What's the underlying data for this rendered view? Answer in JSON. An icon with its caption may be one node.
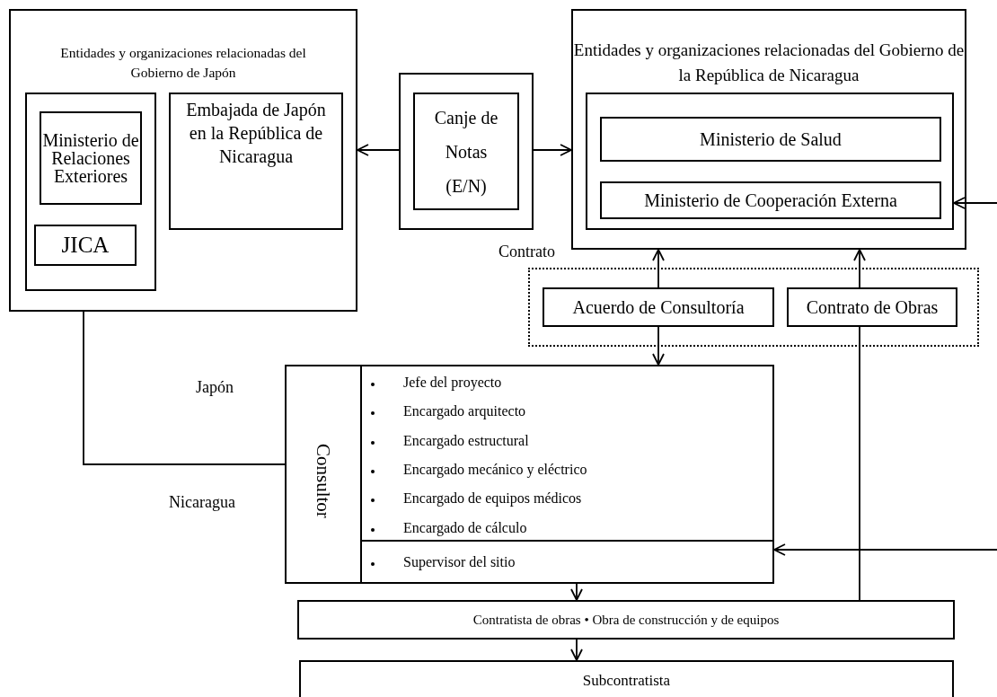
{
  "diagram": {
    "nodes": [
      {
        "text": [
          "Entidades y organizaciones relacionadas del Gobierno de Japón"
        ]
      },
      {
        "text": [],
        "shape": "box",
        "in": 0
      },
      {
        "text": [
          "Ministerio de Relaciones Exteriores"
        ],
        "in": 1
      },
      {
        "text": [
          "JICA"
        ],
        "in": 1
      },
      {
        "text": [
          "Embajada de Japón en la República de Nicaragua"
        ],
        "in": 0
      },
      {
        "text": [],
        "shape": "box"
      },
      {
        "text": [
          "Canje de Notas (E/N)"
        ],
        "in": 5
      },
      {
        "text": [
          "Entidades y organizaciones relacionadas del Gobierno de la República de Nicaragua"
        ]
      },
      {
        "text": [],
        "shape": "box",
        "in": 7
      },
      {
        "text": [
          "Ministerio de Salud"
        ],
        "in": 8
      },
      {
        "text": [
          "Ministerio de Cooperación Externa"
        ],
        "in": 8
      },
      {
        "text": [
          "Contrato"
        ]
      },
      {
        "text": [
          "Acuerdo de Consultoría"
        ],
        "in": 11
      },
      {
        "text": [
          "Contrato de Obras"
        ],
        "in": 11
      },
      {
        "text": [
          "Consultor",
          "Jefe del proyecto",
          "Encargado arquitecto",
          "Encargado estructural",
          "Encargado mecánico y eléctrico",
          "Encargado de equipos médicos",
          "Encargado de cálculo",
          "Supervisor del sitio"
        ]
      },
      {
        "text": [
          "Contratista de obras • Obra de construcción y de equipos"
        ]
      },
      {
        "text": [
          "Subcontratista"
        ]
      }
    ],
    "edges": [
      {
        "from": 5,
        "to": 0,
        "arrow": "to"
      },
      {
        "from": 5,
        "to": 7,
        "arrow": "to"
      },
      {
        "from": null,
        "to": 8,
        "arrow": "to"
      },
      {
        "from": 12,
        "to": 7,
        "arrow": "to"
      },
      {
        "from": 12,
        "to": 14,
        "arrow": "to"
      },
      {
        "from": 13,
        "to": 7,
        "arrow": "to"
      },
      {
        "from": 15,
        "to": 13,
        "arrow": "none"
      },
      {
        "from": 0,
        "to": 14,
        "arrow": "none"
      },
      {
        "from": null,
        "to": 14,
        "arrow": "to"
      },
      {
        "from": 14,
        "to": 15,
        "arrow": "to"
      },
      {
        "from": 15,
        "to": 16,
        "arrow": "to"
      }
    ],
    "labels": [
      "Japón",
      "Nicaragua"
    ]
  }
}
